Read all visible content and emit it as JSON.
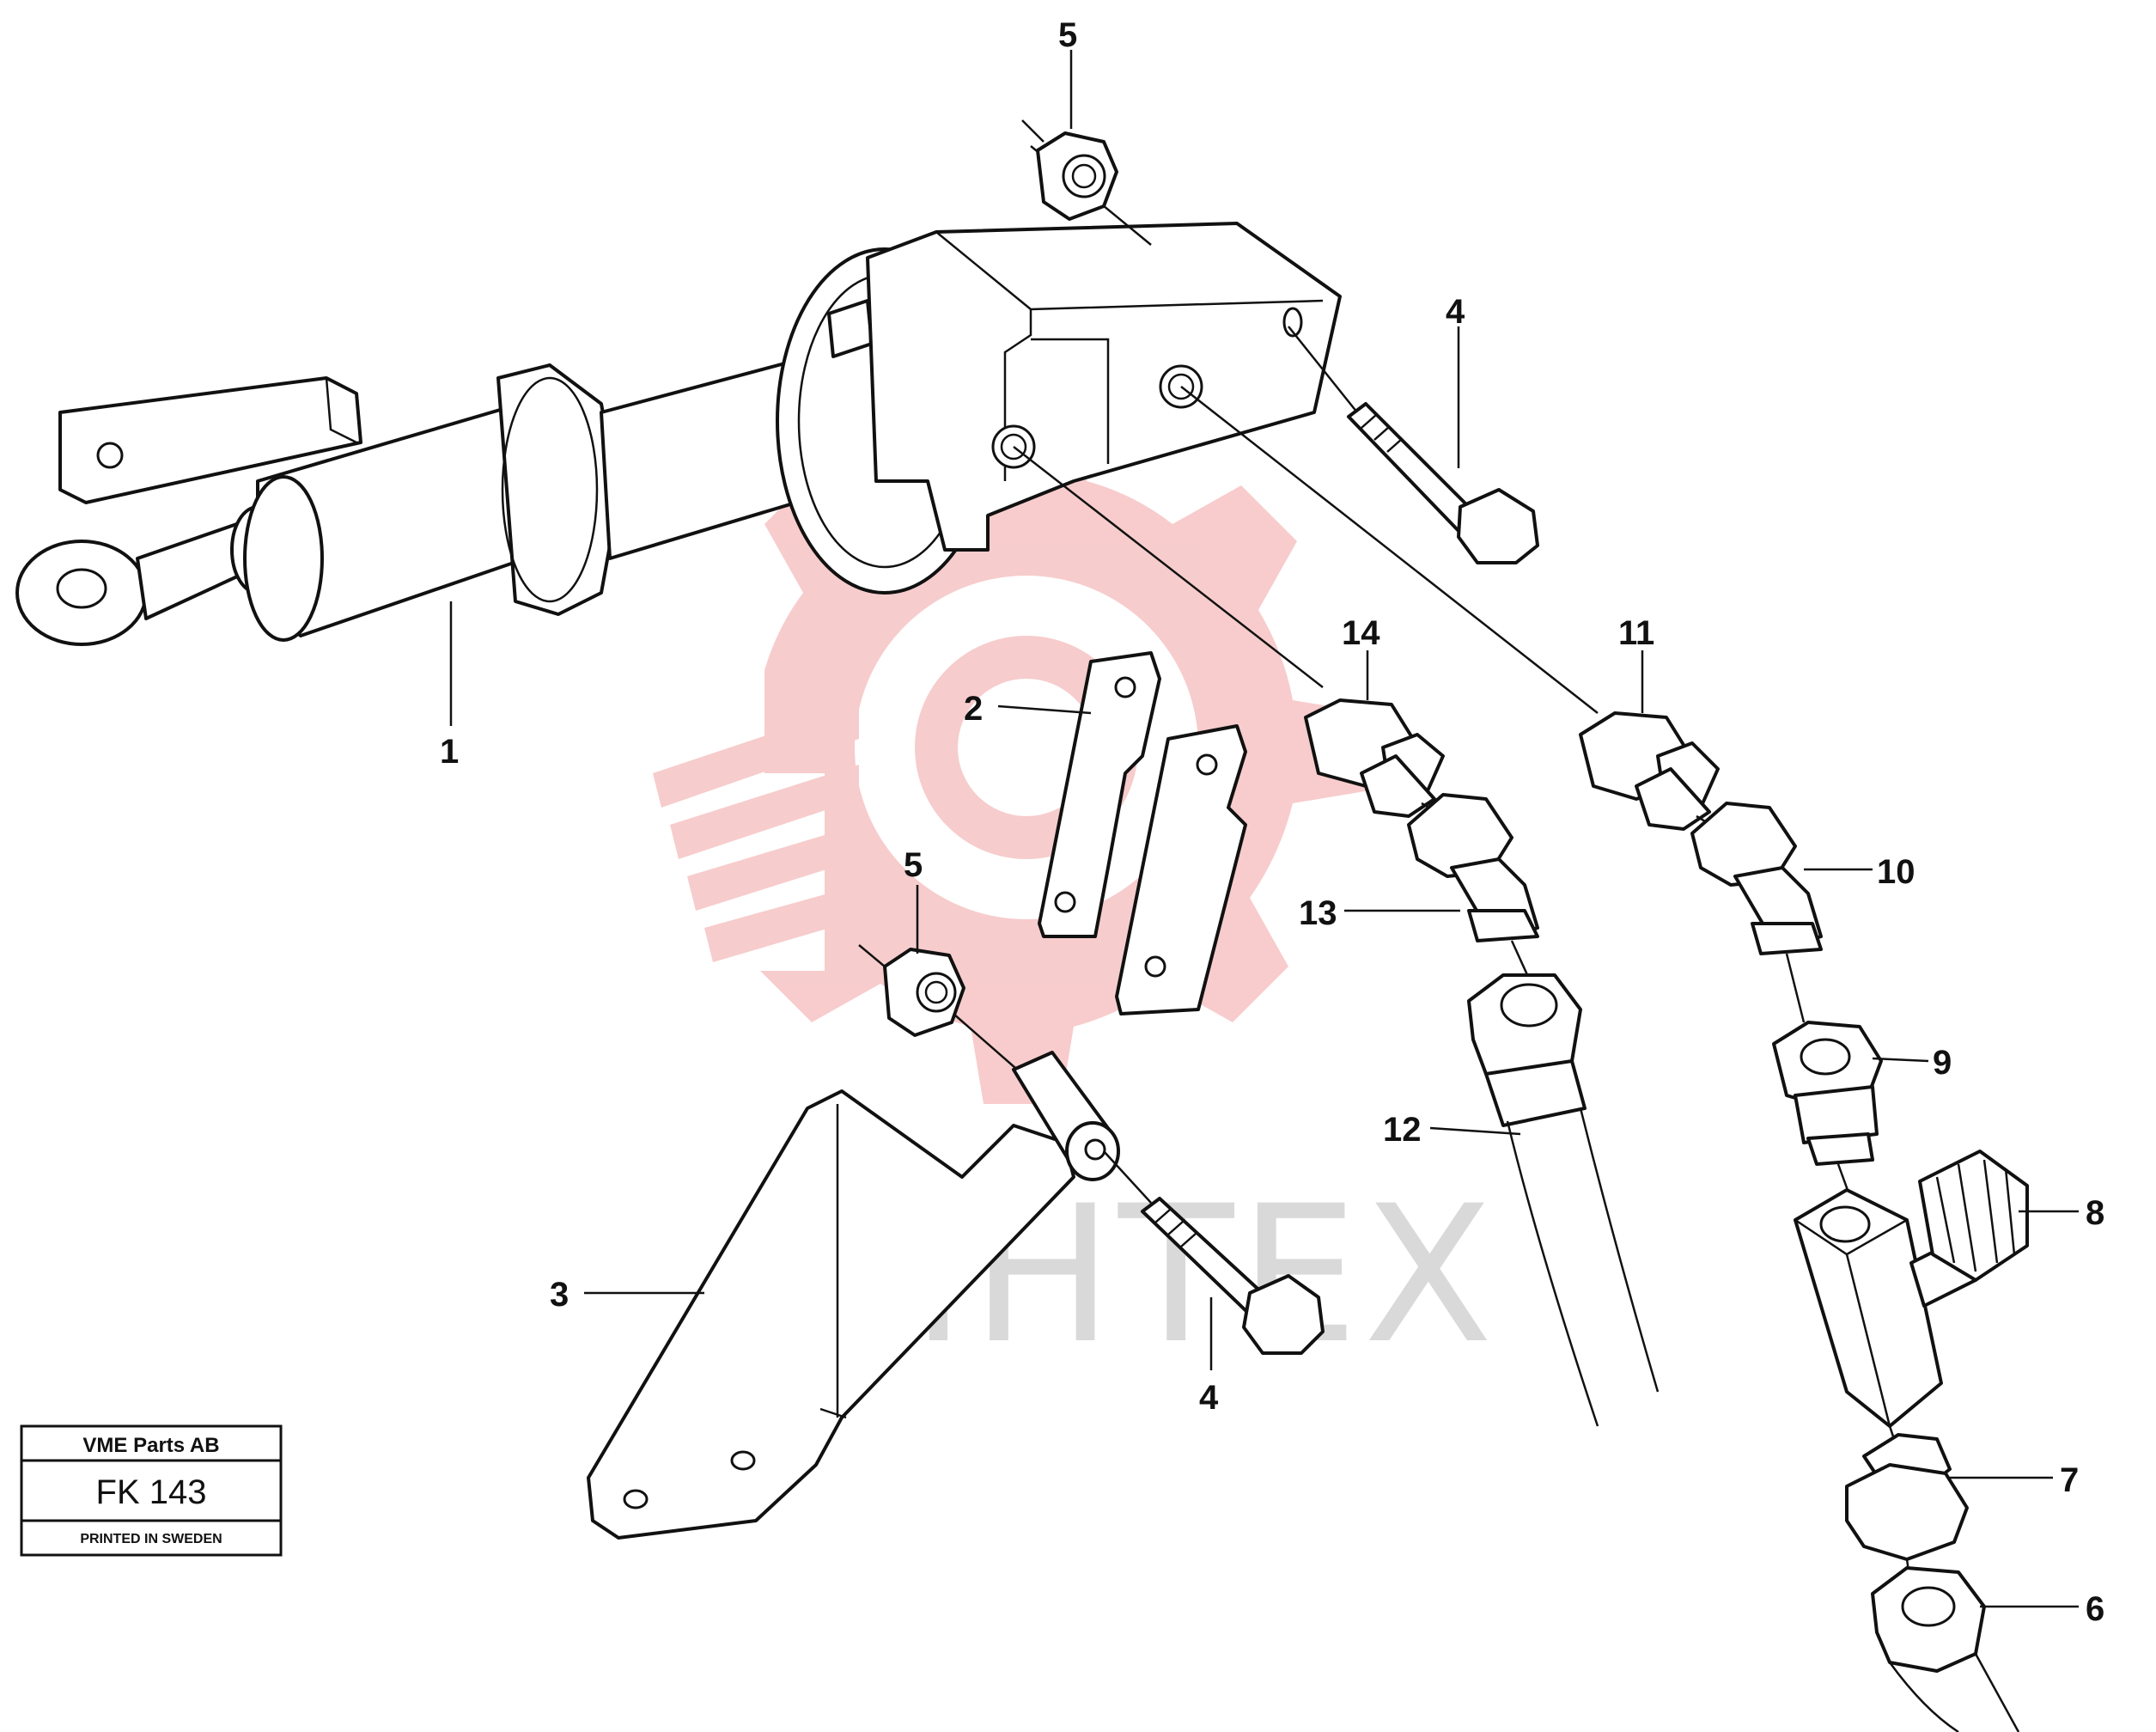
{
  "watermark": {
    "text": "ИНТЕХ",
    "logo_color": "#f4b9b9",
    "text_color": "#d9d9d9"
  },
  "stamp": {
    "company": "VME Parts AB",
    "code": "FK 143",
    "printed": "PRINTED IN SWEDEN"
  },
  "callouts": {
    "c1": "1",
    "c2": "2",
    "c3": "3",
    "c4a": "4",
    "c4b": "4",
    "c5a": "5",
    "c5b": "5",
    "c6": "6",
    "c7": "7",
    "c8": "8",
    "c9": "9",
    "c10": "10",
    "c11": "11",
    "c12": "12",
    "c13": "13",
    "c14": "14"
  }
}
